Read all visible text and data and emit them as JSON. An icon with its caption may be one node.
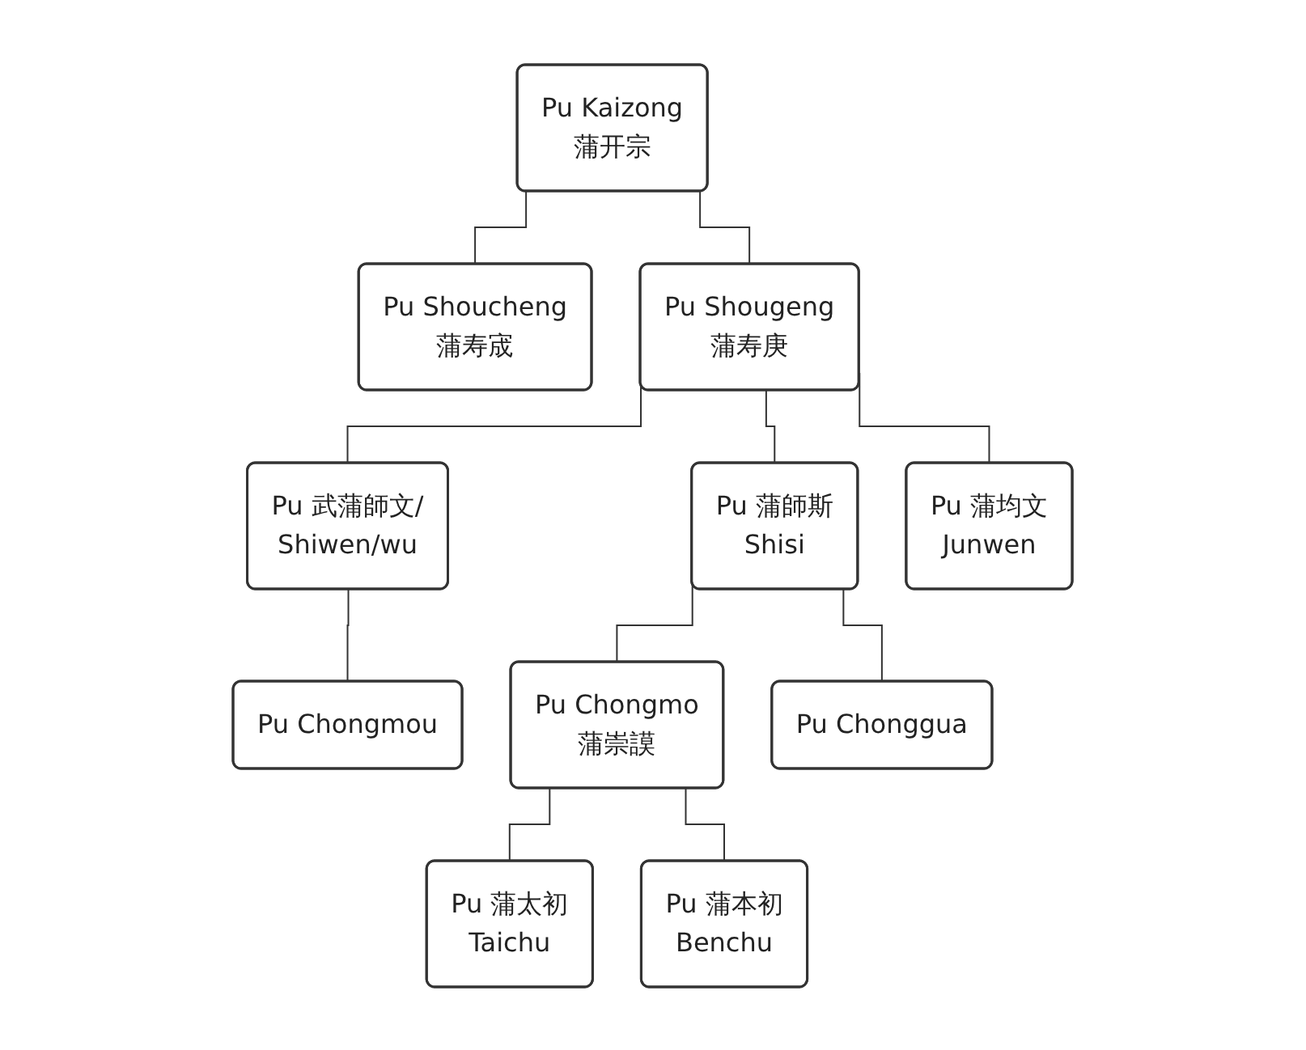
{
  "diagram": {
    "nodes": [
      {
        "text": [
          "Pu Kaizong",
          "蒲开宗"
        ]
      },
      {
        "text": [
          "Pu Shoucheng",
          "蒲寿宬"
        ]
      },
      {
        "text": [
          "Pu Shougeng",
          "蒲寿庚"
        ]
      },
      {
        "text": [
          "Pu 武蒲師文/",
          "Shiwen/wu"
        ]
      },
      {
        "text": [
          "Pu 蒲師斯",
          "Shisi"
        ]
      },
      {
        "text": [
          "Pu 蒲均文",
          "Junwen"
        ]
      },
      {
        "text": [
          "Pu Chongmou"
        ]
      },
      {
        "text": [
          "Pu Chongmo",
          "蒲崇謨"
        ]
      },
      {
        "text": [
          "Pu Chonggua"
        ]
      },
      {
        "text": [
          "Pu 蒲太初",
          "Taichu"
        ]
      },
      {
        "text": [
          "Pu 蒲本初",
          "Benchu"
        ]
      }
    ],
    "edges": [
      {
        "from": 0,
        "to": 1,
        "arrow": "none"
      },
      {
        "from": 0,
        "to": 2,
        "arrow": "none"
      },
      {
        "from": 2,
        "to": 3,
        "arrow": "none"
      },
      {
        "from": 2,
        "to": 4,
        "arrow": "none"
      },
      {
        "from": 2,
        "to": 5,
        "arrow": "none"
      },
      {
        "from": 3,
        "to": 6,
        "arrow": "none"
      },
      {
        "from": 4,
        "to": 7,
        "arrow": "none"
      },
      {
        "from": 4,
        "to": 8,
        "arrow": "none"
      },
      {
        "from": 7,
        "to": 9,
        "arrow": "none"
      },
      {
        "from": 7,
        "to": 10,
        "arrow": "none"
      }
    ]
  }
}
